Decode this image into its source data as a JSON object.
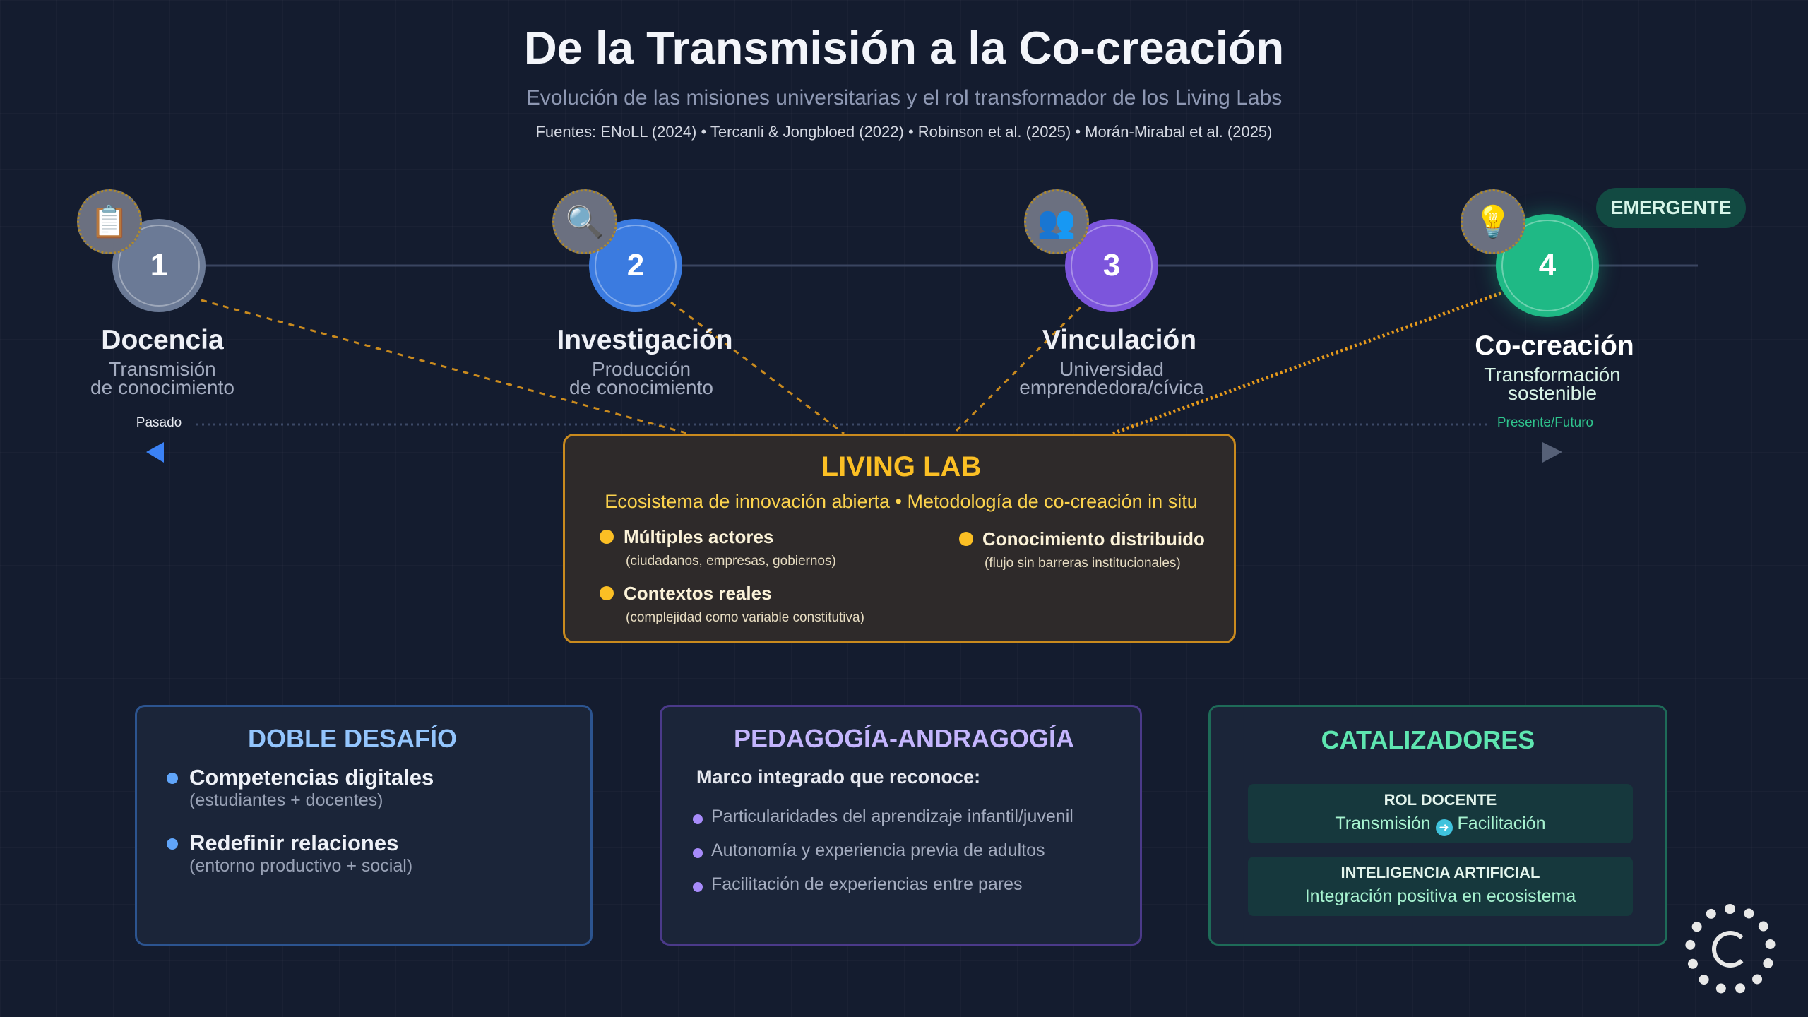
{
  "header": {
    "title": "De la Transmisión a la Co-creación",
    "subtitle": "Evolución de las misiones universitarias y el rol transformador de los Living Labs",
    "sources": "Fuentes: ENoLL (2024) • Tercanli & Jongbloed (2022) • Robinson et al. (2025) • Morán-Mirabal et al. (2025)"
  },
  "timeline": {
    "start_label": "Pasado",
    "end_label": "Presente/Futuro",
    "badge": "EMERGENTE",
    "milestones": [
      {
        "number": "1",
        "title": "Docencia",
        "line1": "Transmisión",
        "line2": "de conocimiento",
        "color": "#6b7a96",
        "icon": "teacher-document-icon"
      },
      {
        "number": "2",
        "title": "Investigación",
        "line1": "Producción",
        "line2": "de conocimiento",
        "color": "#3b7be0",
        "icon": "research-magnifier-icon"
      },
      {
        "number": "3",
        "title": "Vinculación",
        "line1": "Universidad",
        "line2": "emprendedora/cívica",
        "color": "#7c55dc",
        "icon": "people-link-icon"
      },
      {
        "number": "4",
        "title": "Co-creación",
        "line1": "Transformación",
        "line2": "sostenible",
        "color": "#1fb985",
        "icon": "collaboration-idea-icon"
      }
    ]
  },
  "living_lab": {
    "title": "LIVING LAB",
    "subtitle": "Ecosistema de innovación abierta • Metodología de co-creación in situ",
    "items": [
      {
        "label": "Múltiples actores",
        "detail": "(ciudadanos, empresas, gobiernos)"
      },
      {
        "label": "Conocimiento distribuido",
        "detail": "(flujo sin barreras institucionales)"
      },
      {
        "label": "Contextos reales",
        "detail": "(complejidad como variable constitutiva)"
      }
    ]
  },
  "cards": {
    "doble": {
      "title": "DOBLE DESAFÍO",
      "items": [
        {
          "label": "Competencias digitales",
          "detail": "(estudiantes + docentes)"
        },
        {
          "label": "Redefinir relaciones",
          "detail": "(entorno productivo + social)"
        }
      ]
    },
    "pedagogia": {
      "title": "PEDAGOGÍA-ANDRAGOGÍA",
      "intro": "Marco integrado que reconoce:",
      "items": [
        "Particularidades del aprendizaje infantil/juvenil",
        "Autonomía y experiencia previa de adultos",
        "Facilitación de experiencias entre pares"
      ]
    },
    "catalizadores": {
      "title": "CATALIZADORES",
      "boxes": [
        {
          "heading": "ROL DOCENTE",
          "from": "Transmisión",
          "to": "Facilitación"
        },
        {
          "heading": "INTELIGENCIA ARTIFICIAL",
          "text": "Integración positiva en ecosistema"
        }
      ]
    }
  }
}
